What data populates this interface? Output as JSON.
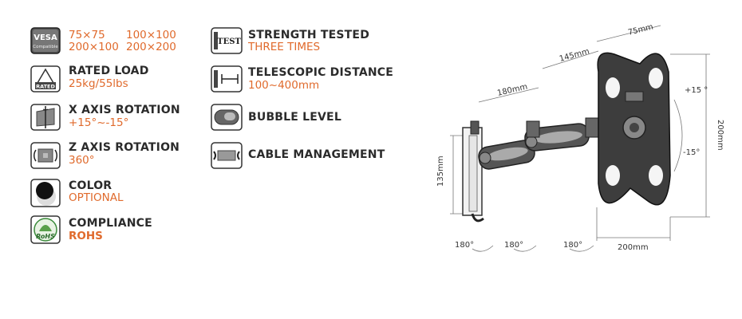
{
  "features_left": [
    {
      "icon": "vesa-icon",
      "icon_text": "VESA",
      "icon_subtext": "Compatible",
      "title": "",
      "values": [
        "75×75",
        "100×100",
        "200×100",
        "200×200"
      ]
    },
    {
      "icon": "rated-load-icon",
      "icon_text": "RATED",
      "title": "RATED LOAD",
      "value": "25kg/55lbs"
    },
    {
      "icon": "x-axis-rotation-icon",
      "title": "X AXIS ROTATION",
      "value": "+15°~-15°"
    },
    {
      "icon": "z-axis-rotation-icon",
      "title": "Z AXIS ROTATION",
      "value": "360°"
    },
    {
      "icon": "color-icon",
      "title": "COLOR",
      "value": "OPTIONAL"
    },
    {
      "icon": "rohs-icon",
      "icon_text": "RoHS",
      "title": "COMPLIANCE",
      "value": "ROHS"
    }
  ],
  "features_right": [
    {
      "icon": "test-icon",
      "icon_text": "TEST",
      "title": "STRENGTH TESTED",
      "value": "THREE TIMES"
    },
    {
      "icon": "telescopic-icon",
      "title": "TELESCOPIC DISTANCE",
      "value": "100~400mm"
    },
    {
      "icon": "bubble-level-icon",
      "title": "BUBBLE LEVEL",
      "value": ""
    },
    {
      "icon": "cable-management-icon",
      "title": "CABLE MANAGEMENT",
      "value": ""
    }
  ],
  "diagram": {
    "dim_75": "75mm",
    "dim_145": "145mm",
    "dim_180": "180mm",
    "dim_135": "135mm",
    "dim_200_vertical": "200mm",
    "dim_200_horizontal": "200mm",
    "tilt_up": "+15 °",
    "tilt_down": "-15°",
    "swivel_1": "180°",
    "swivel_2": "180°",
    "swivel_3": "180°"
  },
  "colors": {
    "accent": "#e06a2c",
    "text": "#2b2b2b",
    "icon_dark": "#3a3a3a"
  }
}
